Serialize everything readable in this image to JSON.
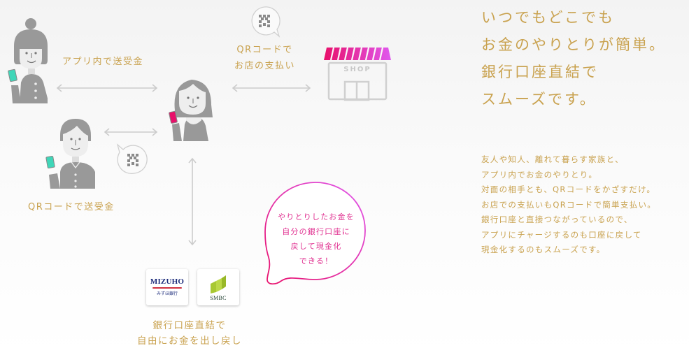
{
  "diagram": {
    "labels": {
      "p2p_transfer": "アプリ内で送受金",
      "shop_payment_line1": "QRコードで",
      "shop_payment_line2": "お店の支払い",
      "qr_transfer": "QRコードで送受金",
      "bank_line1": "銀行口座直結で",
      "bank_line2": "自由にお金を出し戻し"
    },
    "shop": {
      "sign": "SHOP"
    },
    "banks": [
      {
        "name": "MIZUHO",
        "sub": "みずほ銀行"
      },
      {
        "name": "SMBC"
      }
    ],
    "callout": {
      "lines": [
        "やりとりしたお金を",
        "自分の銀行口座に",
        "戻して現金化",
        "できる！"
      ]
    },
    "icons": {
      "qr_bubble_top": "qr-code-speech-bubble-icon",
      "qr_bubble_left": "qr-code-speech-bubble-icon",
      "shop": "shop-icon",
      "arrows": "double-arrow-icon"
    }
  },
  "copy": {
    "headline": [
      "いつでもどこでも",
      "お金のやりとりが簡単。",
      "銀行口座直結で",
      "スムーズです。"
    ],
    "body": [
      "友人や知人、離れて暮らす家族と、",
      "アプリ内でお金のやりとり。",
      "対面の相手とも、QRコードをかざすだけ。",
      "お店での支払いもQRコードで簡単支払い。",
      "銀行口座と直接つながっているので、",
      "アプリにチャージするのも口座に戻して",
      "現金化するのもスムーズです。"
    ]
  },
  "colors": {
    "gold_text": "#c9a24f",
    "figure_gray": "#999999",
    "accent_pink": "#e8106a",
    "accent_magenta": "#e050e8",
    "phone_teal": "#3fd6b8",
    "arrow_gray": "#cccccc"
  }
}
